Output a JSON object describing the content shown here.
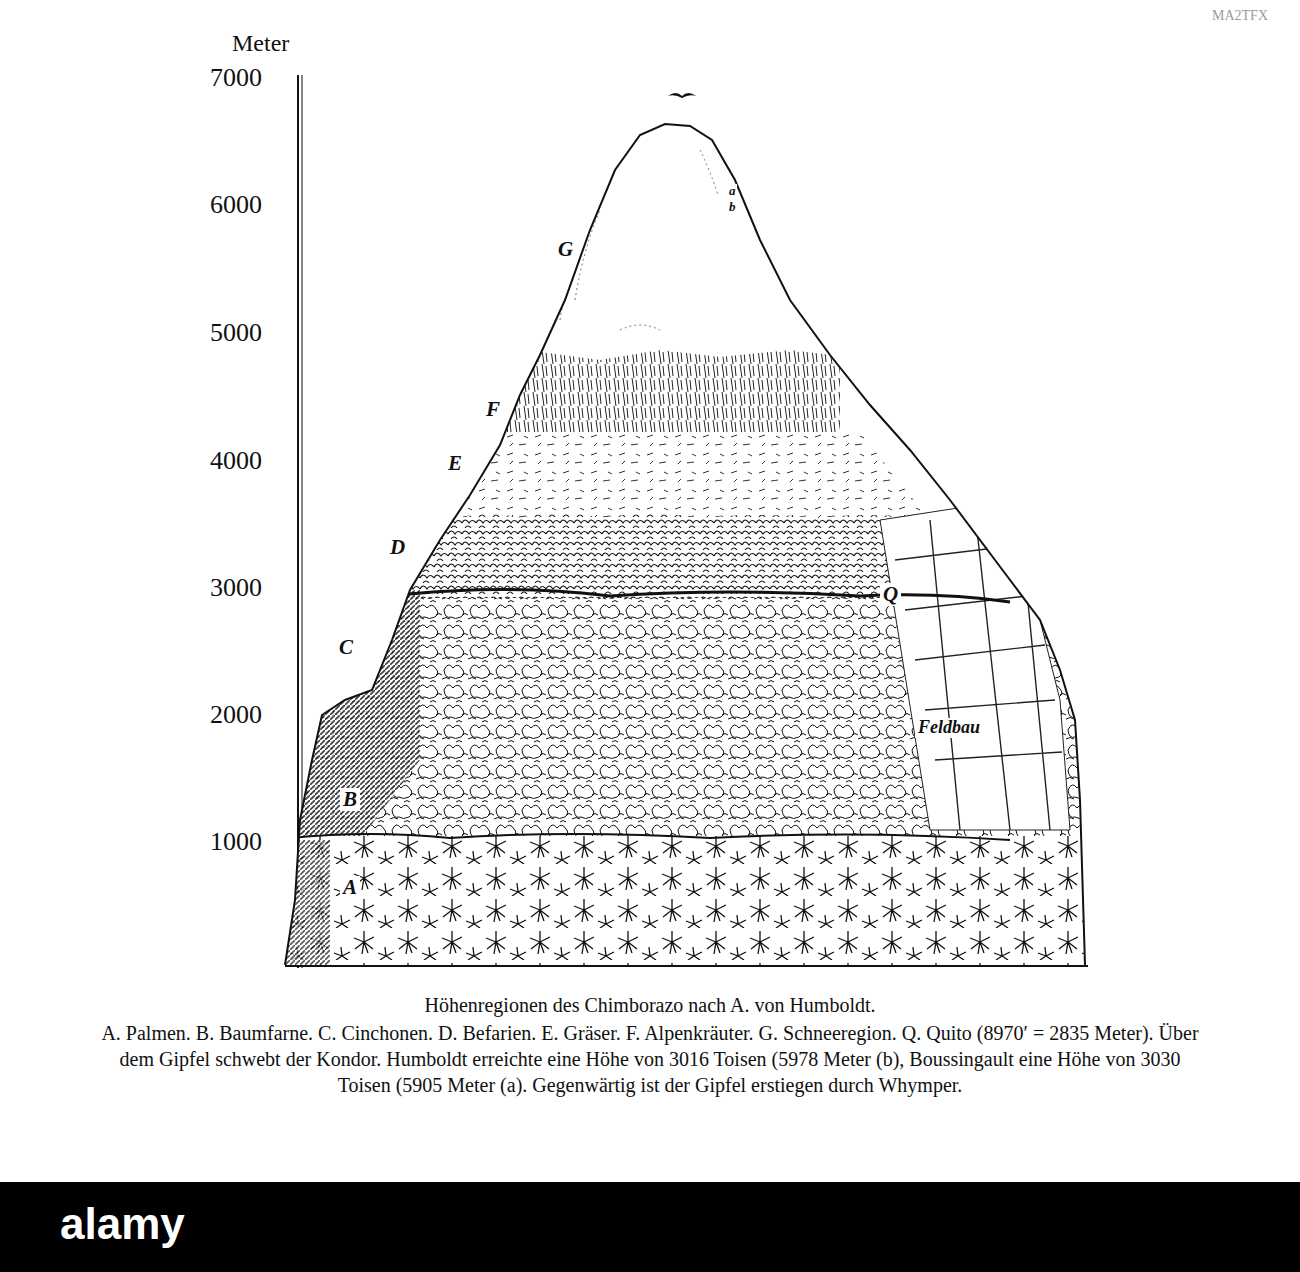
{
  "diagram": {
    "title": "Höhenregionen des Chimborazo nach A. von Humboldt.",
    "caption": "A. Palmen. B. Baumfarne. C. Cinchonen. D. Befarien. E. Gräser. F. Alpenkräuter. G. Schneeregion. Q. Quito (8970′ = 2835 Meter). Über dem Gipfel schwebt der Kondor. Humboldt erreichte eine Höhe von 3016 Toisen (5978 Meter (b), Boussingault eine Höhe von 3030 Toisen (5905 Meter (a). Gegenwärtig ist der Gipfel erstiegen durch Whymper.",
    "labels": [
      "Meter",
      "7000",
      "6000",
      "5000",
      "4000",
      "3000",
      "2000",
      "1000",
      "G",
      "a",
      "b",
      "F",
      "E",
      "D",
      "Q",
      "C",
      "Feldbau",
      "B",
      "A",
      "MA2TFX",
      "alamy"
    ]
  }
}
